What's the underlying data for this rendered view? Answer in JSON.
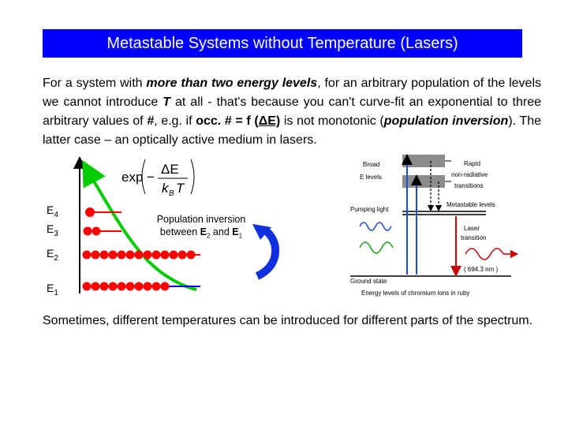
{
  "slide": {
    "title": "Metastable Systems without Temperature (Lasers)",
    "para1": {
      "t1": "For a system with ",
      "t2": "more than two energy levels",
      "t3": ", for an arbitrary population of the levels we cannot introduce ",
      "t4": "T",
      "t5": " at all - that's because you can't curve-fit an exponential to three arbitrary values of ",
      "t6": "#",
      "t7": ", e.g. if ",
      "t8": "occ. # = f (",
      "t9": "ΔE)",
      "t10": " is not monotonic (",
      "t11": "population inversion",
      "t12": ").  The latter case – an optically active medium in lasers."
    },
    "para2": "Sometimes, different temperatures can be introduced for different parts of the spectrum."
  },
  "left_diagram": {
    "formula": {
      "exp": "exp",
      "num": "ΔE",
      "den": "k",
      "den_sub": "B",
      "den_t": "T",
      "minus": "−"
    },
    "levels": [
      {
        "name": "E",
        "sub": "4"
      },
      {
        "name": "E",
        "sub": "3"
      },
      {
        "name": "E",
        "sub": "2"
      },
      {
        "name": "E",
        "sub": "1"
      }
    ],
    "inversion_line1": "Population inversion",
    "inversion_line2a": "between ",
    "inversion_E2": "E",
    "inversion_E2sub": "2",
    "inversion_and": " and ",
    "inversion_E1": "E",
    "inversion_E1sub": "1",
    "colors": {
      "dot": "#ff0000",
      "curve": "#00cc00",
      "arrow": "#0000ff"
    }
  },
  "right_diagram": {
    "broad": "Broad",
    "e_levels": "E levels",
    "rapid": "Rapid",
    "non_radiative": "non-radiative",
    "transitions": "transitions",
    "pumping_light": "Pumping light",
    "metastable": "Metastable levels",
    "laser": "Laser",
    "transition": "transition",
    "wavelength": "( 694.3 nm )",
    "ground": "Ground state",
    "caption": "Energy levels of chromium ions in ruby"
  }
}
